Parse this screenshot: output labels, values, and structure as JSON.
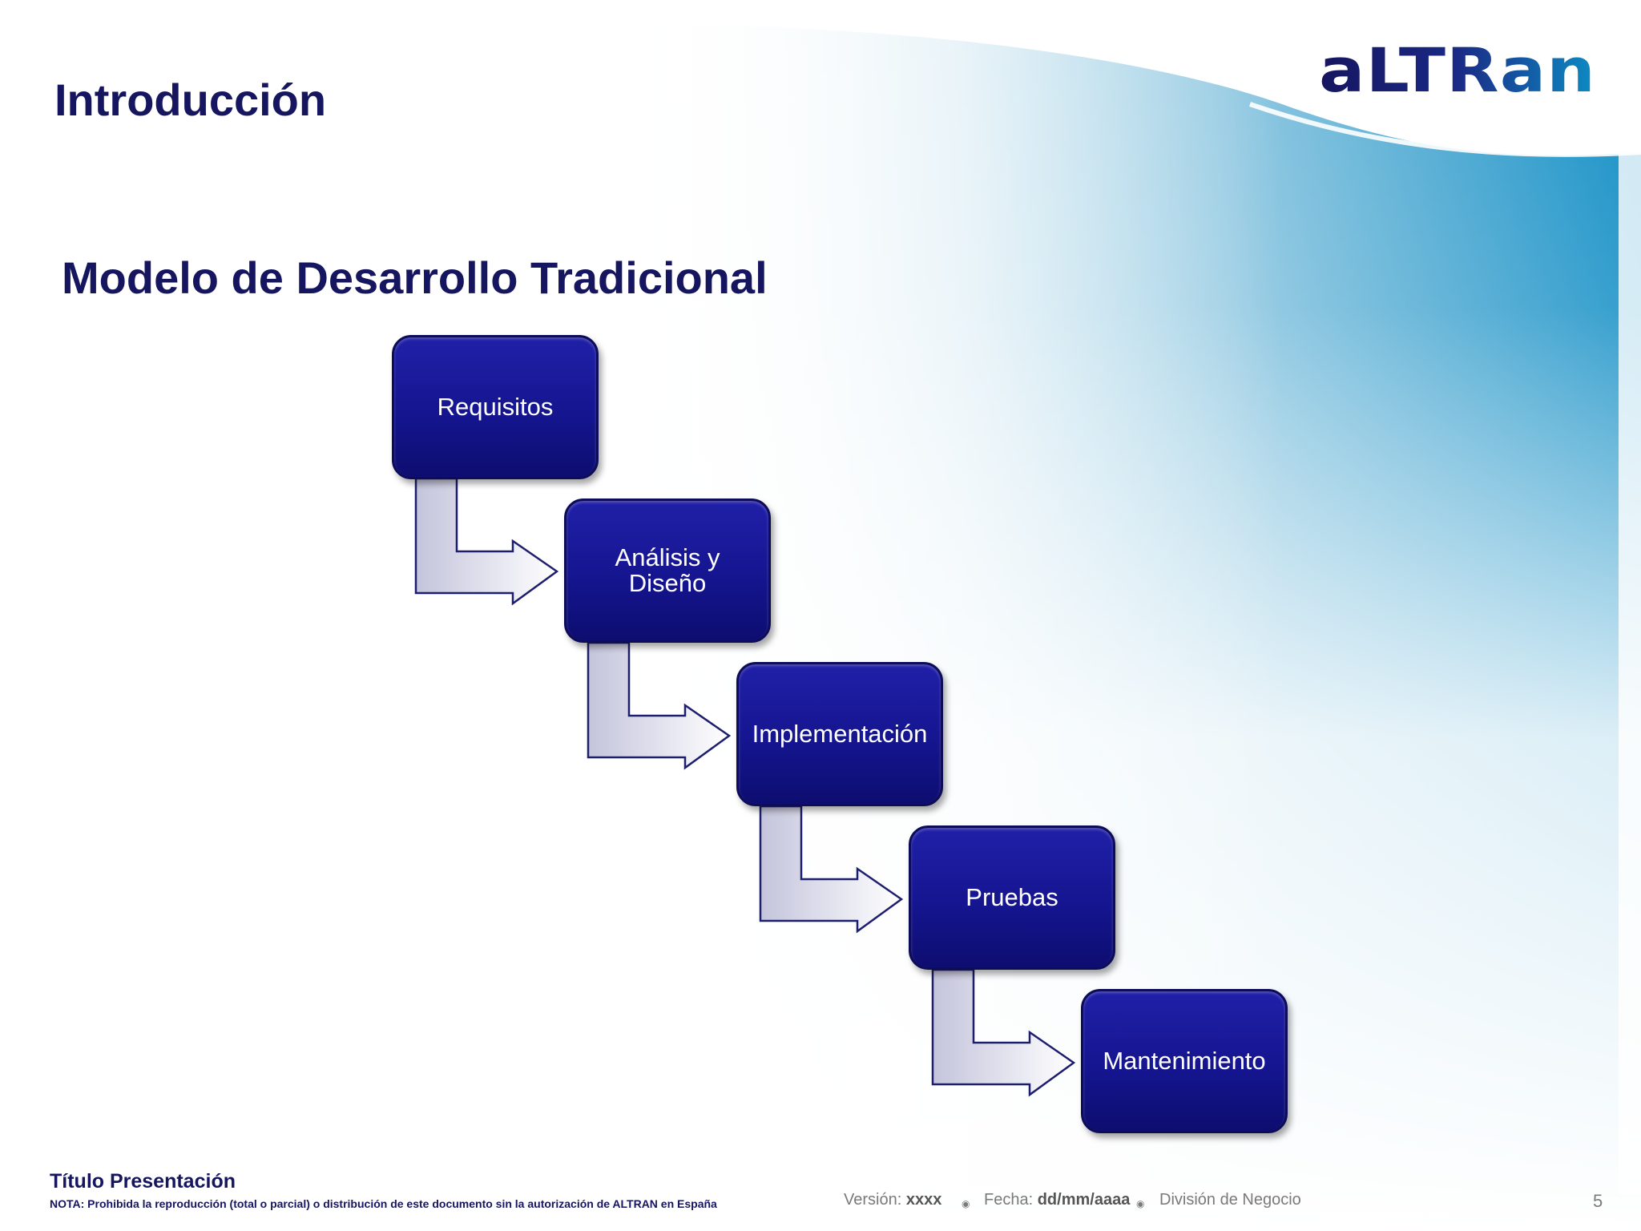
{
  "brand": {
    "logo_text": "aLTRan"
  },
  "header": {
    "title": "Introducción"
  },
  "main": {
    "subtitle": "Modelo de Desarrollo Tradicional",
    "steps": [
      {
        "label": "Requisitos"
      },
      {
        "label": "Análisis y\nDiseño"
      },
      {
        "label": "Implementación"
      },
      {
        "label": "Pruebas"
      },
      {
        "label": "Mantenimiento"
      }
    ]
  },
  "footer": {
    "presentation_title": "Título Presentación",
    "note": "NOTA: Prohibida la reproducción (total o parcial) o distribución de este documento sin la autorización de ALTRAN en España",
    "version_label": "Versión:",
    "version_value": "xxxx",
    "date_label": "Fecha:",
    "date_value": "dd/mm/aaaa",
    "division": "División de Negocio",
    "page_number": "5"
  },
  "colors": {
    "title": "#16155f",
    "box_fill": "#151590",
    "box_border": "#0c0c58",
    "arrow_fill_light": "#ffffff",
    "arrow_fill_dark": "#c4c4dc",
    "arrow_stroke": "#1e1e6e",
    "wave_blue": "#0090c8"
  }
}
